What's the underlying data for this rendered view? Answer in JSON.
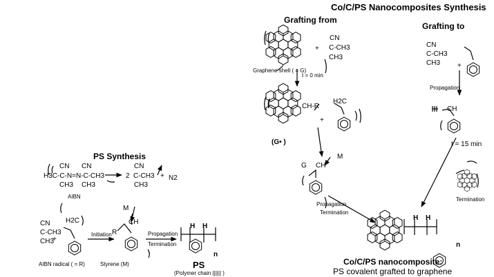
{
  "main_title": "Co/C/PS Nanocomposites Synthesis",
  "grafting_from": {
    "heading": "Grafting from",
    "graphene_label": "Graphene shell ( = G)",
    "time_0": "t = 0 min",
    "radical_label": "(G• )",
    "cn": "CN",
    "ch3": "CH3",
    "c_ch3": "C-CH3",
    "plus": "+",
    "ch_r": "CH-R",
    "h2c": "H2C",
    "g": "G",
    "ch": "CH",
    "m": "M",
    "propagation": "Propagation",
    "termination": "Termination"
  },
  "grafting_to": {
    "heading": "Grafting to",
    "cn": "CN",
    "c_ch3": "C-CH3",
    "ch3": "CH3",
    "plus": "+",
    "propagation": "Propagation",
    "ch": "CH",
    "time_15": "t = 15 min",
    "termination": "Termination"
  },
  "ps_synthesis": {
    "heading": "PS Synthesis",
    "aibn_formula_left": "H3C-C-N=N-C-CH3",
    "cn": "CN",
    "ch3": "CH3",
    "two_coef": "2",
    "c_ch3": "C-CH3",
    "plus": "+",
    "n2": "N2",
    "aibn": "AIBN",
    "aibn_radical": "AIBN radical ( = R)",
    "styrene": "Styrene (M)",
    "initiation": "Initiation",
    "propagation": "Propagation",
    "termination": "Termination",
    "r": "R",
    "m": "M",
    "ch": "CH",
    "h": "H",
    "n": "n",
    "h2c": "H2C",
    "ps": "PS",
    "polymer_chain": "(Polymer chain |||||| )"
  },
  "product": {
    "title": "Co/C/PS nanocomposite:",
    "subtitle": "PS covalent grafted to graphene",
    "h": "H",
    "n": "n"
  }
}
